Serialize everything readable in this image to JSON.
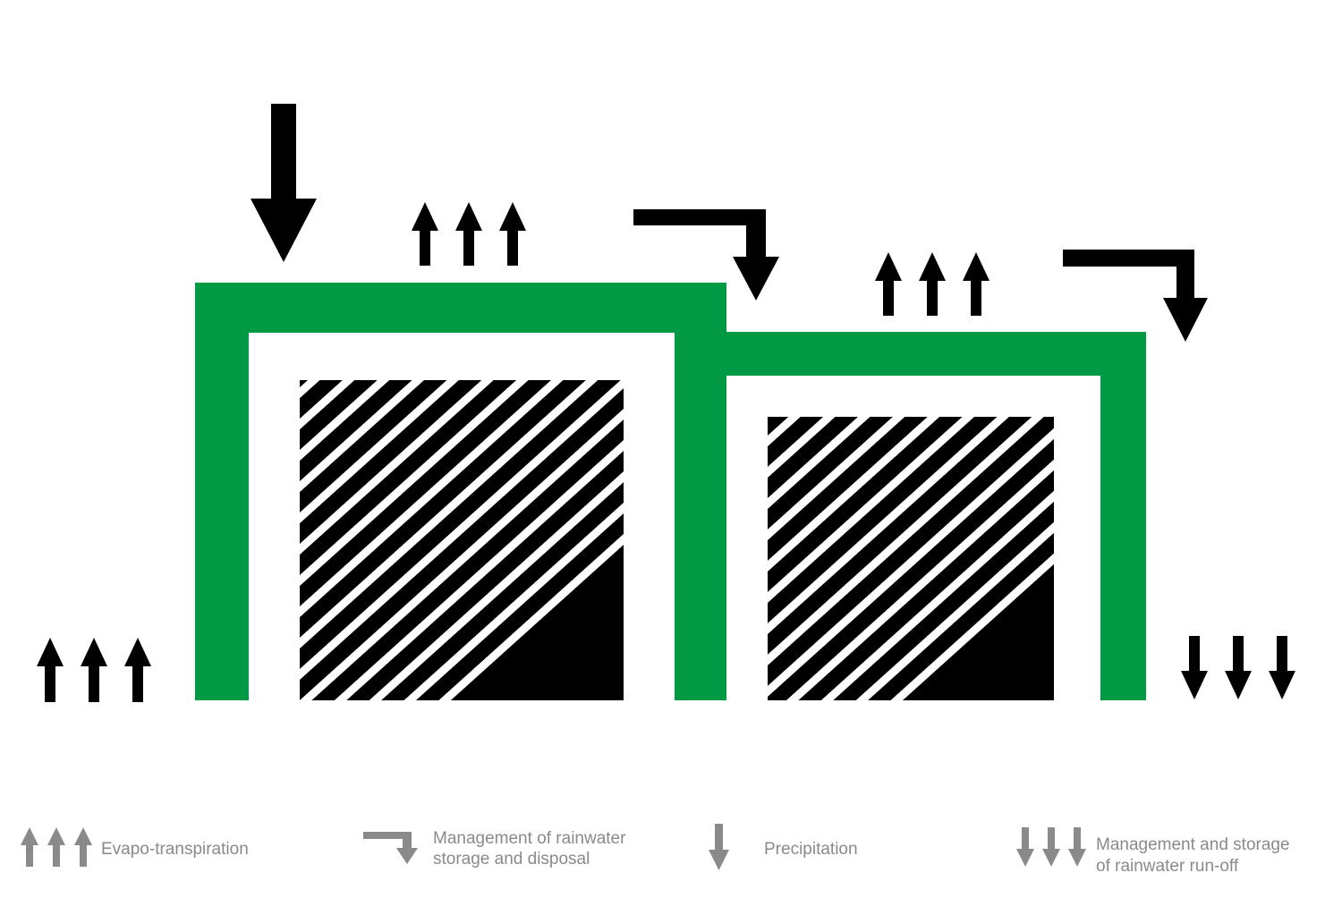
{
  "colors": {
    "roof_green": "#009a44",
    "arrow_black": "#000000",
    "legend_gray": "#8a8a8a",
    "hatch_black": "#000000"
  },
  "legend": {
    "evapo": {
      "icon": "triple-up-arrow-icon",
      "label": "Evapo-transpiration"
    },
    "management_storage_disposal": {
      "icon": "bent-arrow-icon",
      "line1": "Management of rainwater",
      "line2": "storage and disposal"
    },
    "precipitation": {
      "icon": "down-arrow-icon",
      "label": "Precipitation"
    },
    "runoff": {
      "icon": "triple-down-arrow-icon",
      "line1": "Management and storage",
      "line2": "of rainwater run-off"
    }
  }
}
